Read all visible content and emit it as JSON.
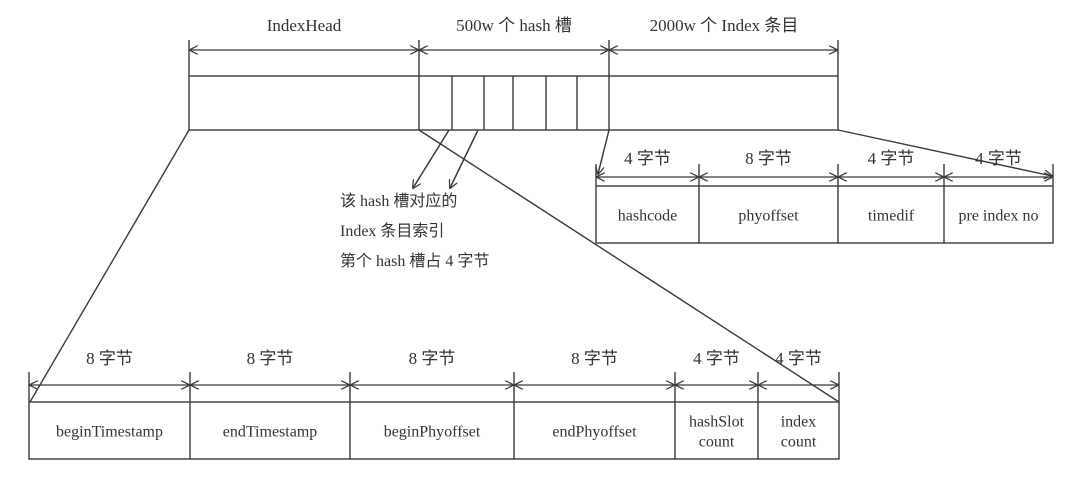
{
  "title": "IndexFile layout",
  "top_structure": {
    "sections": [
      {
        "label": "IndexHead"
      },
      {
        "label": "500w 个 hash 槽"
      },
      {
        "label": "2000w 个 Index 条目"
      }
    ],
    "hash_slot_count_drawn": 6
  },
  "hash_slot_note": [
    "该 hash 槽对应的",
    "Index 条目索引",
    "第个 hash 槽占 4 字节"
  ],
  "index_entry": {
    "fields": [
      {
        "size": "4 字节",
        "name": "hashcode"
      },
      {
        "size": "8 字节",
        "name": "phyoffset"
      },
      {
        "size": "4 字节",
        "name": "timedif"
      },
      {
        "size": "4 字节",
        "name": "pre index no"
      }
    ]
  },
  "index_head": {
    "fields": [
      {
        "size": "8 字节",
        "name": [
          "beginTimestamp"
        ]
      },
      {
        "size": "8 字节",
        "name": [
          "endTimestamp"
        ]
      },
      {
        "size": "8 字节",
        "name": [
          "beginPhyoffset"
        ]
      },
      {
        "size": "8 字节",
        "name": [
          "endPhyoffset"
        ]
      },
      {
        "size": "4 字节",
        "name": [
          "hashSlot",
          "count"
        ]
      },
      {
        "size": "4 字节",
        "name": [
          "index",
          "count"
        ]
      }
    ]
  },
  "colors": {
    "line": "#3a3a3a",
    "text": "#333333",
    "background": "#ffffff"
  }
}
